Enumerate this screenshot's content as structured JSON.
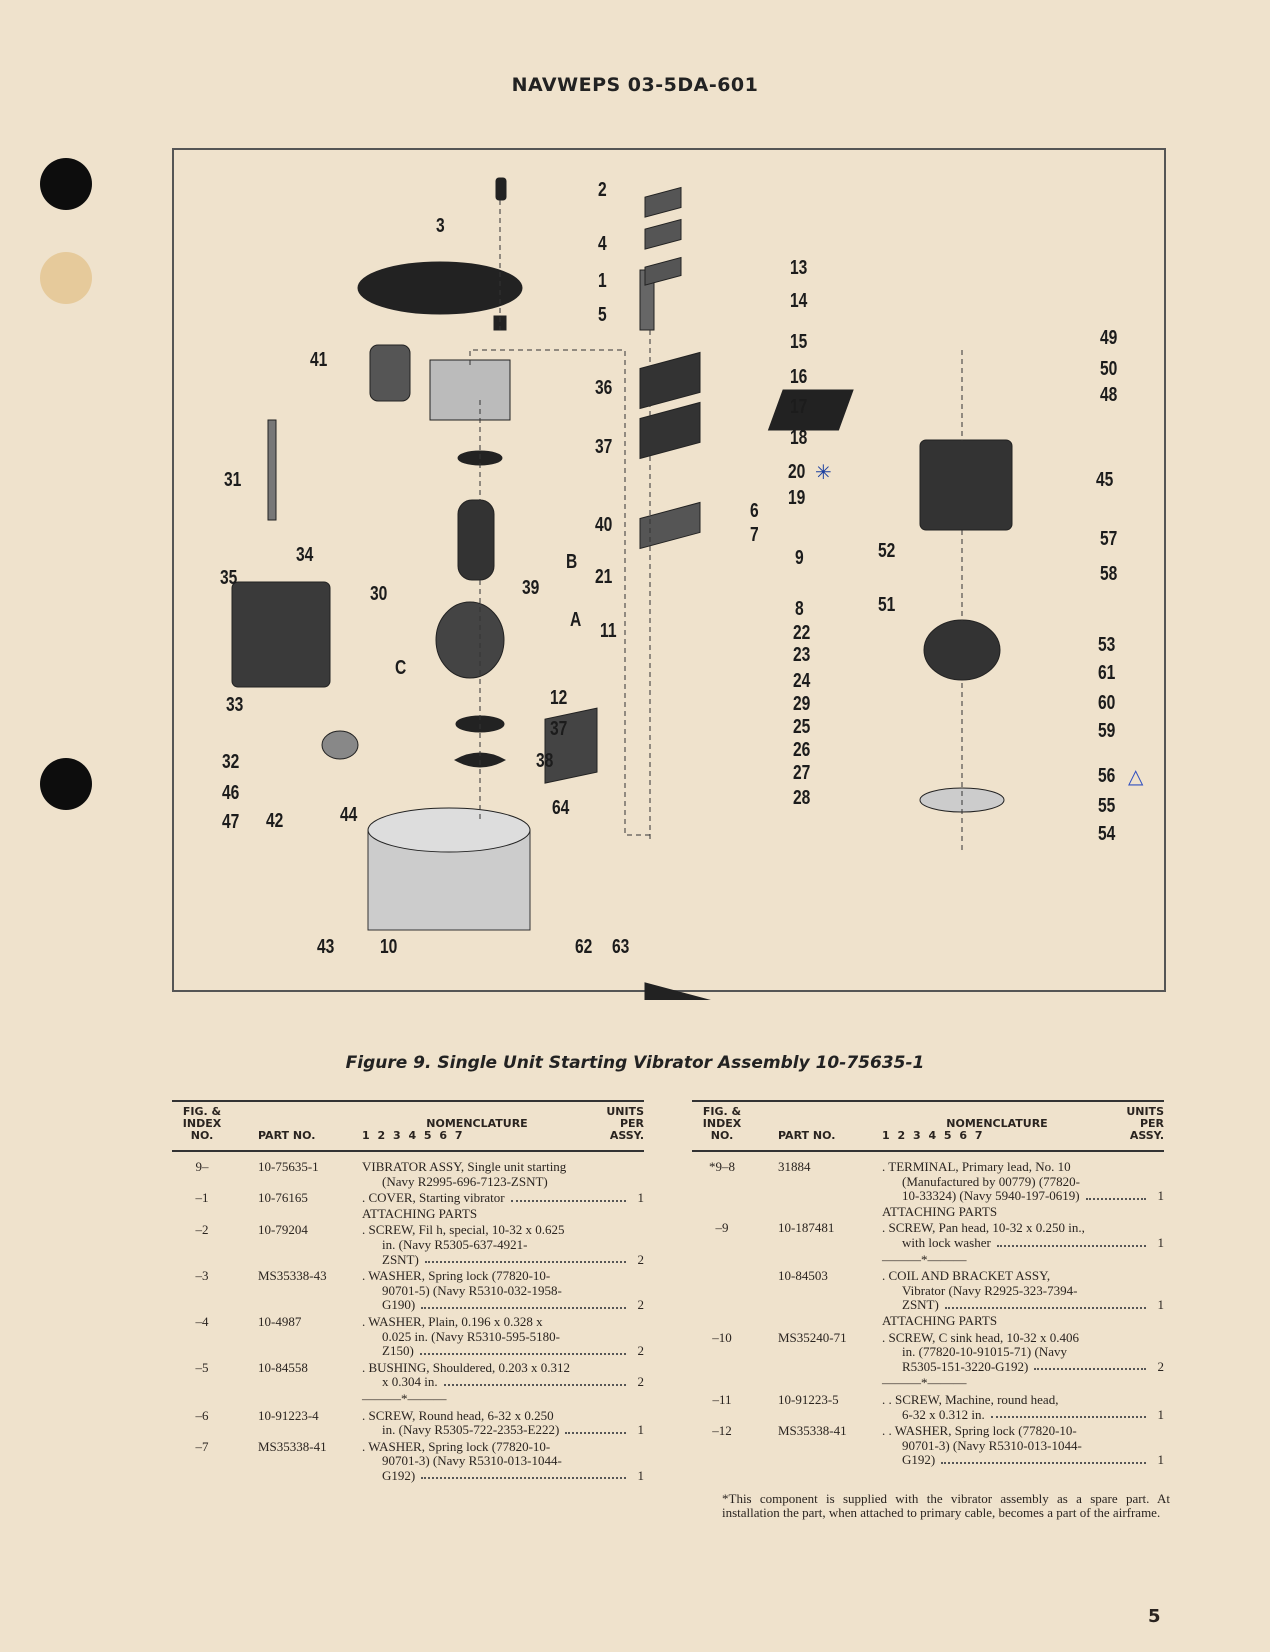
{
  "header": {
    "doc_number": "NAVWEPS 03-5DA-601"
  },
  "figure": {
    "caption": "Figure 9.  Single Unit Starting Vibrator Assembly 10-75635-1",
    "callouts": [
      "2",
      "3",
      "4",
      "1",
      "5",
      "13",
      "14",
      "15",
      "16",
      "17",
      "18",
      "20",
      "19",
      "6",
      "7",
      "9",
      "8",
      "22",
      "23",
      "24",
      "29",
      "25",
      "26",
      "27",
      "28",
      "21",
      "11",
      "12",
      "41",
      "36",
      "37",
      "40",
      "39",
      "B",
      "A",
      "C",
      "31",
      "34",
      "35",
      "30",
      "33",
      "32",
      "46",
      "47",
      "42",
      "44",
      "37",
      "38",
      "64",
      "43",
      "10",
      "62",
      "63",
      "49",
      "50",
      "48",
      "45",
      "52",
      "57",
      "58",
      "51",
      "53",
      "61",
      "60",
      "59",
      "56",
      "55",
      "54"
    ],
    "annotations": {
      "asterisk_mark": "✳",
      "triangle_mark": "△"
    }
  },
  "table_headers": {
    "index": "FIG. & INDEX NO.",
    "index_lines": [
      "FIG. &",
      "INDEX",
      "NO."
    ],
    "part_no": "PART NO.",
    "nomenclature": "NOMENCLATURE",
    "levels": "1 2 3 4 5 6 7",
    "units_lines": [
      "UNITS",
      "PER",
      "ASSY."
    ]
  },
  "left_rows": [
    {
      "type": "item",
      "index": "9–",
      "part": "10-75635-1",
      "lines": [
        "VIBRATOR ASSY, Single unit starting",
        "(Navy R2995-696-7123-ZSNT)"
      ],
      "units": ""
    },
    {
      "type": "item",
      "index": "–1",
      "part": "10-76165",
      "lines": [
        ". COVER, Starting vibrator"
      ],
      "units": "1"
    },
    {
      "type": "section",
      "text": "ATTACHING PARTS"
    },
    {
      "type": "item",
      "index": "–2",
      "part": "10-79204",
      "lines": [
        ". SCREW, Fil h, special, 10-32 x 0.625",
        "in. (Navy R5305-637-4921-",
        "ZSNT)"
      ],
      "units": "2"
    },
    {
      "type": "item",
      "index": "–3",
      "part": "MS35338-43",
      "lines": [
        ". WASHER, Spring lock (77820-10-",
        "90701-5) (Navy R5310-032-1958-",
        "G190)"
      ],
      "units": "2"
    },
    {
      "type": "item",
      "index": "–4",
      "part": "10-4987",
      "lines": [
        ". WASHER, Plain, 0.196 x 0.328 x",
        "0.025 in. (Navy R5310-595-5180-",
        "Z150)"
      ],
      "units": "2"
    },
    {
      "type": "item",
      "index": "–5",
      "part": "10-84558",
      "lines": [
        ". BUSHING, Shouldered, 0.203 x 0.312",
        "x 0.304 in."
      ],
      "units": "2"
    },
    {
      "type": "divider",
      "text": "———*———"
    },
    {
      "type": "item",
      "index": "–6",
      "part": "10-91223-4",
      "lines": [
        ". SCREW, Round head, 6-32 x 0.250",
        "in. (Navy R5305-722-2353-E222)"
      ],
      "units": "1"
    },
    {
      "type": "item",
      "index": "–7",
      "part": "MS35338-41",
      "lines": [
        ". WASHER, Spring lock (77820-10-",
        "90701-3) (Navy R5310-013-1044-",
        "G192)"
      ],
      "units": "1"
    }
  ],
  "right_rows": [
    {
      "type": "item",
      "index": "*9–8",
      "part": "31884",
      "lines": [
        ". TERMINAL, Primary lead, No. 10",
        "(Manufactured by 00779) (77820-",
        "10-33324) (Navy 5940-197-0619)"
      ],
      "units": "1"
    },
    {
      "type": "section",
      "text": "ATTACHING PARTS"
    },
    {
      "type": "item",
      "index": "–9",
      "part": "10-187481",
      "lines": [
        ". SCREW, Pan head, 10-32 x 0.250 in.,",
        "with lock washer"
      ],
      "units": "1"
    },
    {
      "type": "divider",
      "text": "———*———"
    },
    {
      "type": "item",
      "index": "",
      "part": "10-84503",
      "lines": [
        ". COIL AND BRACKET ASSY,",
        "Vibrator (Navy R2925-323-7394-",
        "ZSNT)"
      ],
      "units": "1"
    },
    {
      "type": "section",
      "text": "ATTACHING PARTS"
    },
    {
      "type": "item",
      "index": "–10",
      "part": "MS35240-71",
      "lines": [
        ". SCREW, C sink head, 10-32 x 0.406",
        "in. (77820-10-91015-71) (Navy",
        "R5305-151-3220-G192)"
      ],
      "units": "2"
    },
    {
      "type": "divider",
      "text": "———*———"
    },
    {
      "type": "item",
      "index": "–11",
      "part": "10-91223-5",
      "lines": [
        ". . SCREW, Machine, round head,",
        "6-32 x 0.312 in."
      ],
      "units": "1"
    },
    {
      "type": "item",
      "index": "–12",
      "part": "MS35338-41",
      "lines": [
        ". . WASHER, Spring lock (77820-10-",
        "90701-3) (Navy R5310-013-1044-",
        "G192)"
      ],
      "units": "1"
    }
  ],
  "footnote": "*This component is supplied with the vibrator assembly as a spare part. At installation the part, when attached to primary cable, becomes a part of the airframe.",
  "page_number": "5"
}
